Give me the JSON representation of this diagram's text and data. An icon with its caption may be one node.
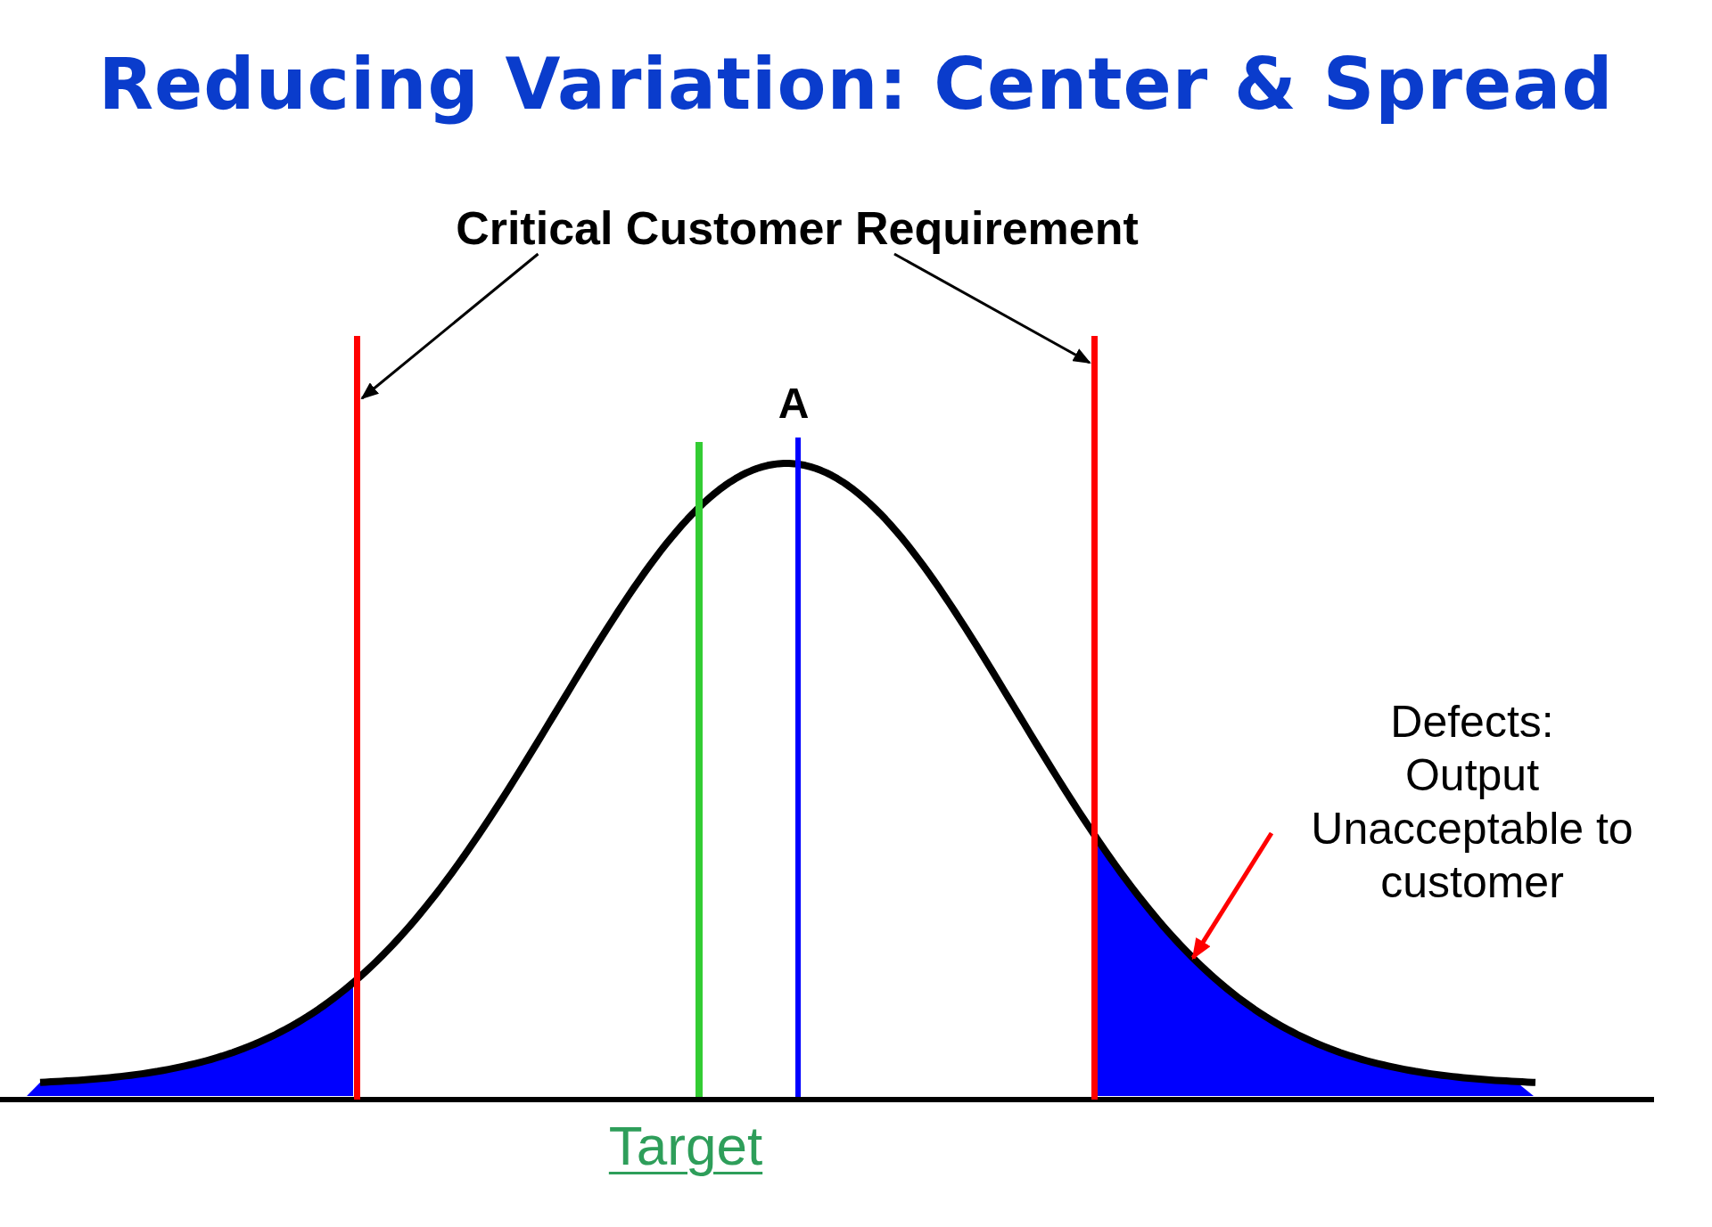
{
  "diagram": {
    "title": "Reducing Variation: Center & Spread",
    "nodes": [
      {
        "text": [
          "Critical Customer Requirement"
        ]
      },
      {
        "text": [],
        "shape": "line"
      },
      {
        "text": [],
        "shape": "line"
      },
      {
        "text": [
          "Defects:",
          "Output Unacceptable to customer"
        ]
      },
      {
        "text": [],
        "shape": "area"
      },
      {
        "text": [],
        "shape": "area"
      }
    ],
    "edges": [
      {
        "from": 0,
        "to": 1,
        "arrow": "to"
      },
      {
        "from": 0,
        "to": 2,
        "arrow": "to"
      },
      {
        "from": 3,
        "to": 4,
        "arrow": "to",
        "color": "#ff0000"
      }
    ],
    "labels": [
      "A",
      "Target"
    ]
  }
}
